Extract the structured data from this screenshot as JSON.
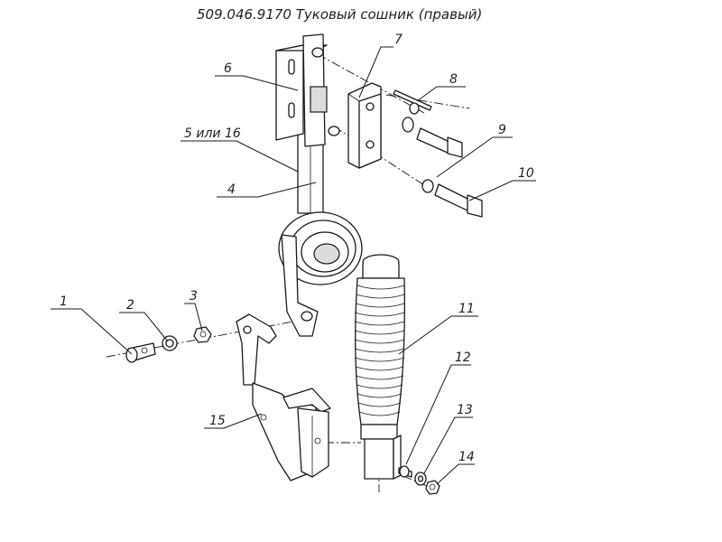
{
  "title": "509.046.9170 Туковый сошник (правый)",
  "labels": {
    "p1": "1",
    "p2": "2",
    "p3": "3",
    "p4": "4",
    "p5": "5 или 16",
    "p6": "6",
    "p7": "7",
    "p8": "8",
    "p9": "9",
    "p10": "10",
    "p11": "11",
    "p12": "12",
    "p13": "13",
    "p14": "14",
    "p15": "15"
  }
}
